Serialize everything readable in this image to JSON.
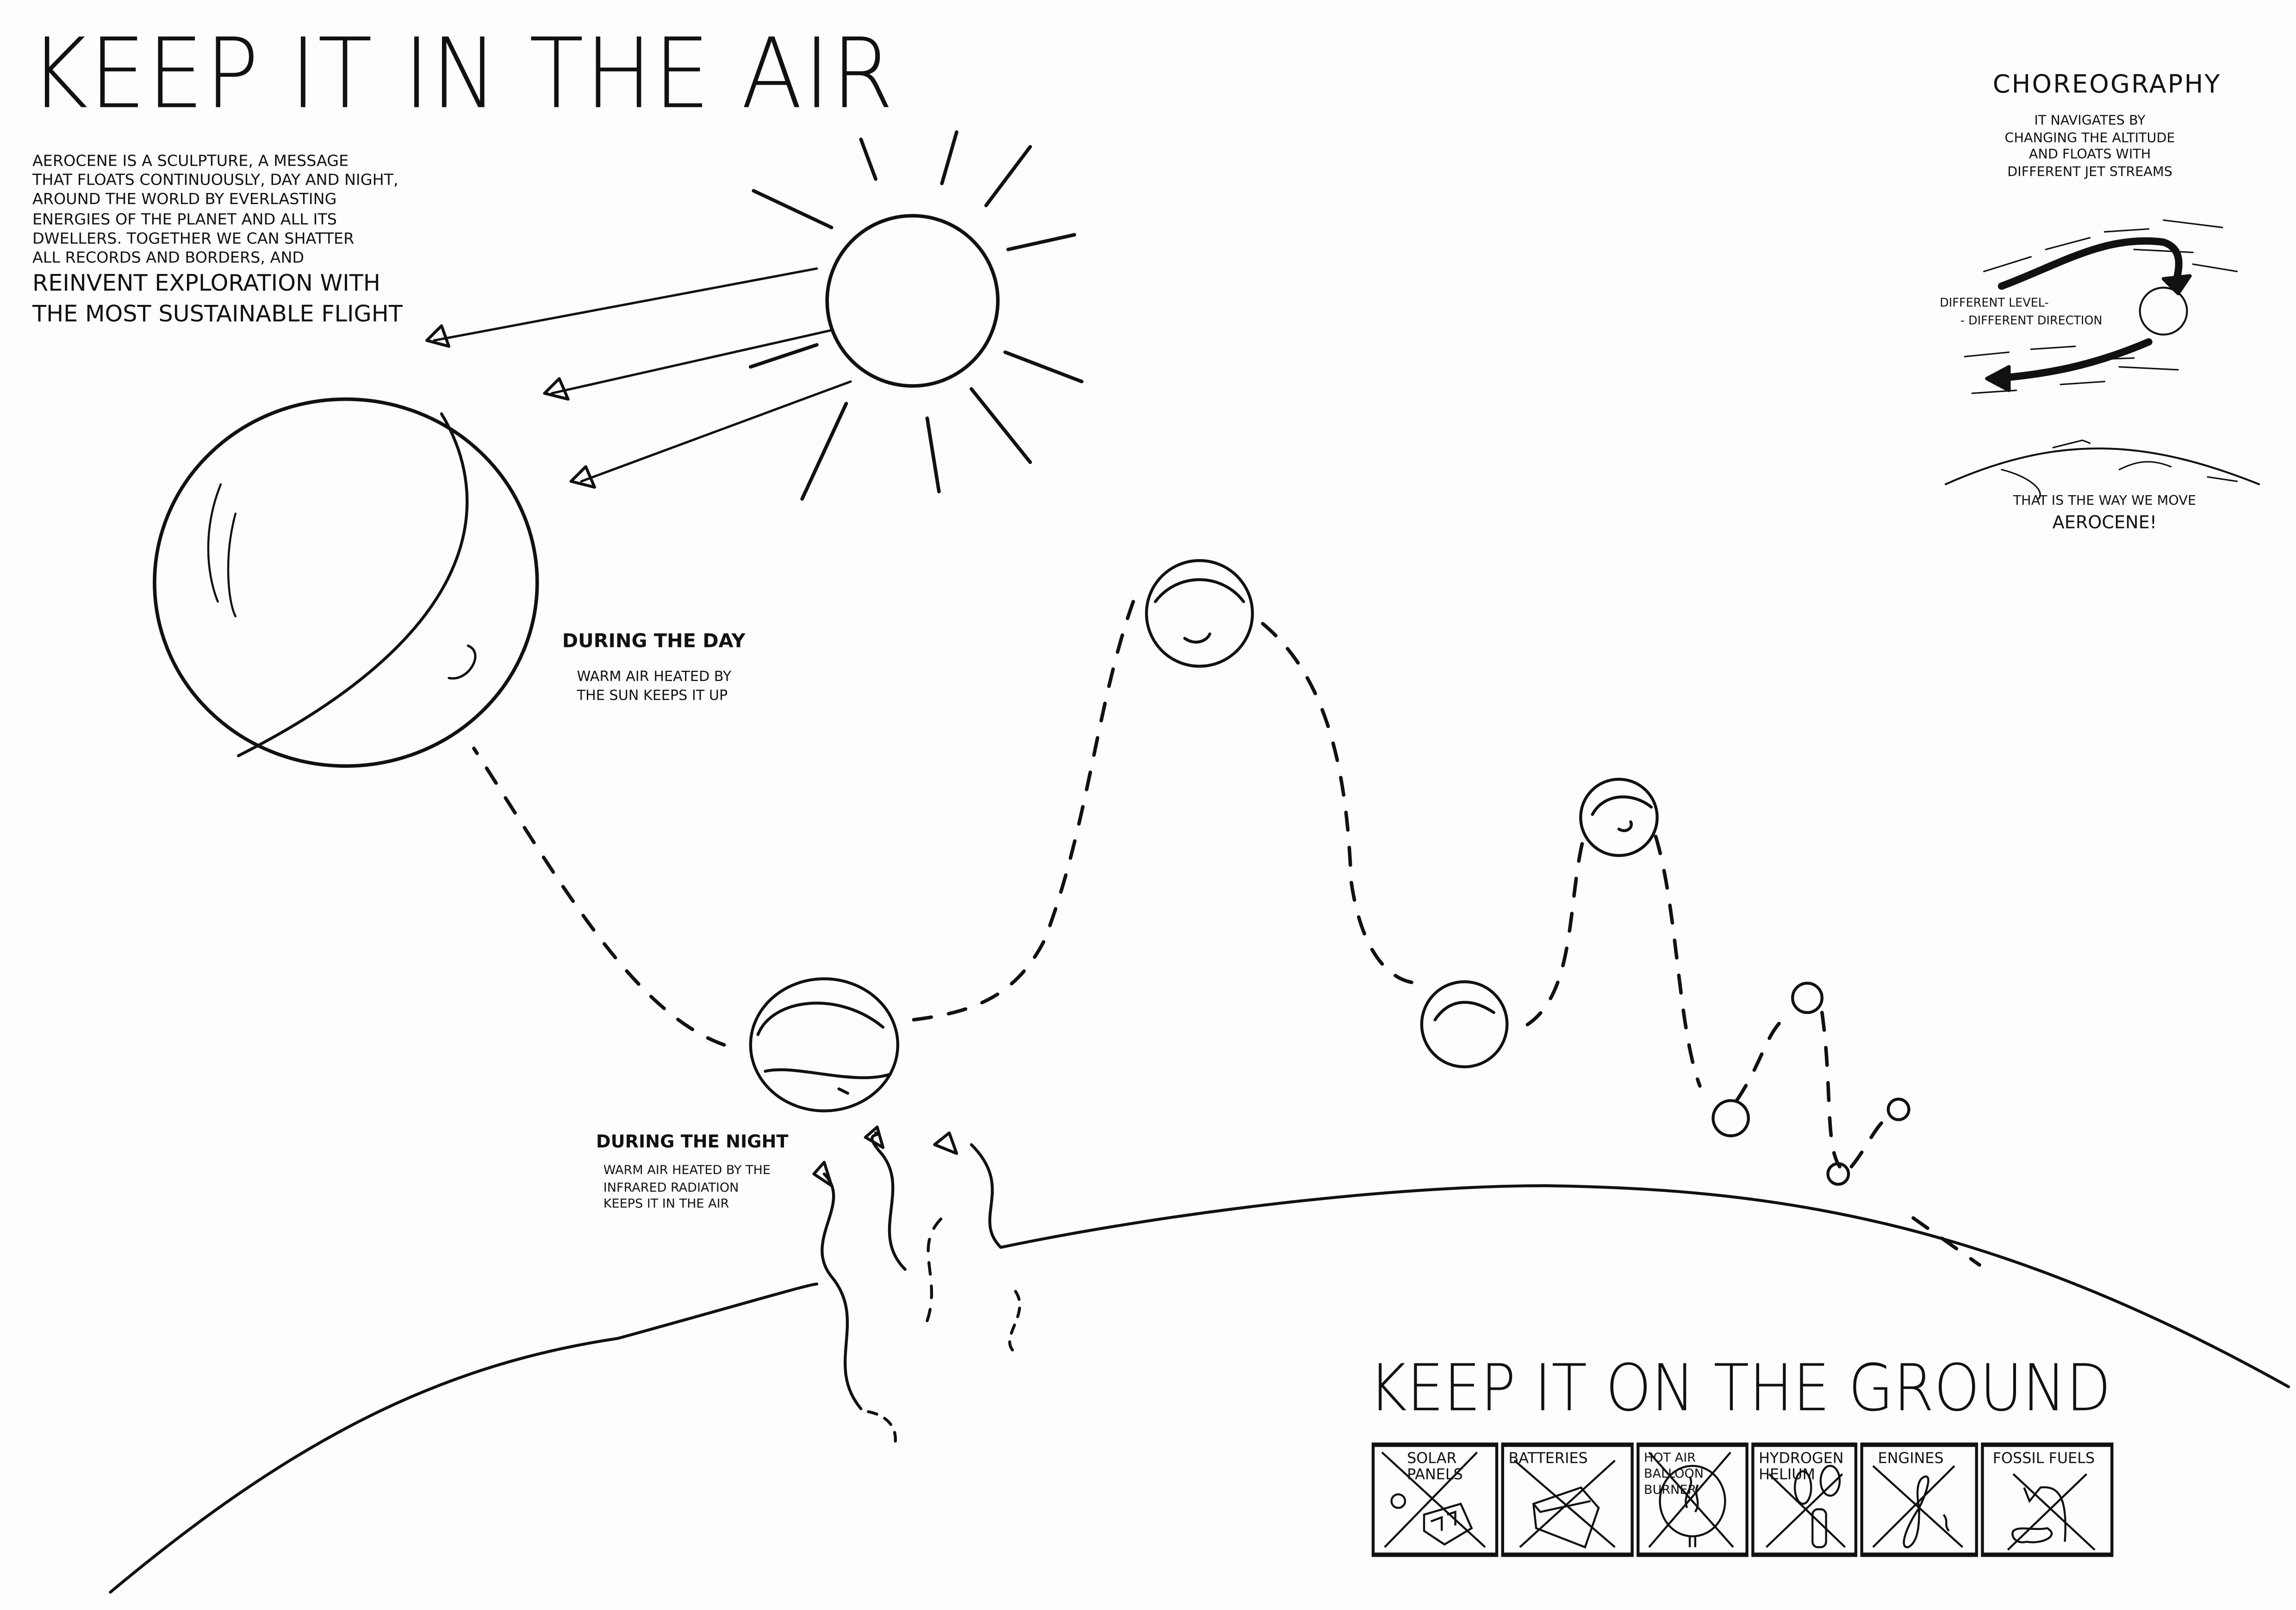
{
  "title": "KEEP IT IN THE AIR",
  "intro": {
    "lines": [
      "AEROCENE IS A SCULPTURE, A MESSAGE",
      "THAT FLOATS CONTINUOUSLY, DAY AND NIGHT,",
      "AROUND THE WORLD BY EVERLASTING",
      "ENERGIES OF THE PLANET AND ALL ITS",
      "DWELLERS. TOGETHER WE CAN SHATTER",
      "ALL RECORDS AND BORDERS, AND"
    ],
    "emphasis_lines": [
      "REINVENT EXPLORATION WITH",
      "THE MOST SUSTAINABLE FLIGHT"
    ]
  },
  "day": {
    "title": "DURING THE DAY",
    "lines": [
      "WARM AIR HEATED BY",
      "THE SUN KEEPS IT UP"
    ]
  },
  "night": {
    "title": "DURING THE NIGHT",
    "lines": [
      "WARM AIR HEATED BY THE",
      "INFRARED RADIATION",
      "KEEPS IT IN THE AIR"
    ]
  },
  "choreography": {
    "title": "CHOREOGRAPHY",
    "lines": [
      "IT NAVIGATES BY",
      "CHANGING THE ALTITUDE",
      "AND FLOATS WITH",
      "DIFFERENT JET STREAMS"
    ],
    "level_lines": [
      "DIFFERENT LEVEL-",
      "- DIFFERENT DIRECTION"
    ],
    "closing": "THAT IS THE WAY WE MOVE",
    "closing_emphasis": "AEROCENE!"
  },
  "ground": {
    "title": "KEEP IT ON THE GROUND",
    "items": [
      {
        "label": "SOLAR PANELS",
        "icon": "solar-house-icon"
      },
      {
        "label": "BATTERIES",
        "icon": "battery-icon"
      },
      {
        "label": "HOT AIR BALLOON BURNER",
        "icon": "burner-flame-icon"
      },
      {
        "label": "HYDROGEN HELIUM",
        "icon": "gas-cylinder-balloon-icon"
      },
      {
        "label": "ENGINES",
        "icon": "propeller-icon"
      },
      {
        "label": "FOSSIL FUELS",
        "icon": "oil-spill-icon"
      }
    ]
  }
}
